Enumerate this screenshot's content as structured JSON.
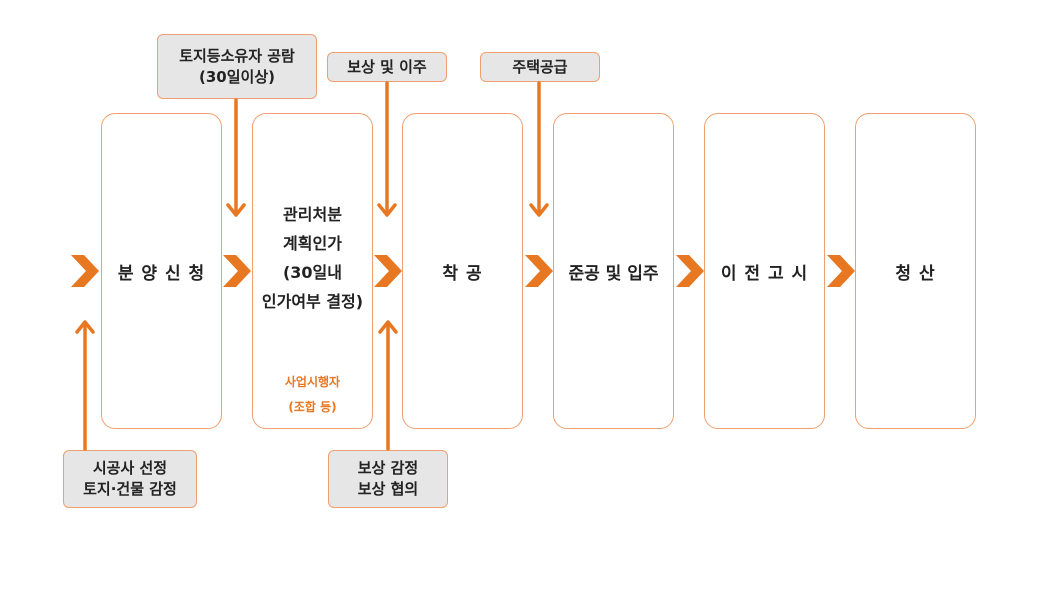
{
  "stages": [
    {
      "label": "분 양 신 청"
    },
    {
      "lines": [
        "관리처분",
        "계획인가",
        "(30일내",
        "인가여부 결정)"
      ],
      "sub": [
        "사업시행자",
        "(조합 등)"
      ]
    },
    {
      "label": "착 공"
    },
    {
      "label": "준공 및 입주"
    },
    {
      "label": "이 전 고 시"
    },
    {
      "label": "청 산"
    }
  ],
  "notes": {
    "landowner_review": [
      "토지등소유자 공람",
      "(30일이상)"
    ],
    "compensation_relocation": [
      "보상 및 이주"
    ],
    "housing_supply": [
      "주택공급"
    ],
    "contractor_selection": [
      "시공사 선정",
      "토지·건물 감정"
    ],
    "compensation_appraisal": [
      "보상 감정",
      "보상 협의"
    ]
  },
  "colors": {
    "accent": "#E87722",
    "border": "#F0A070",
    "note_fill": "#E6E6E6",
    "sub_text": "#E87722"
  }
}
